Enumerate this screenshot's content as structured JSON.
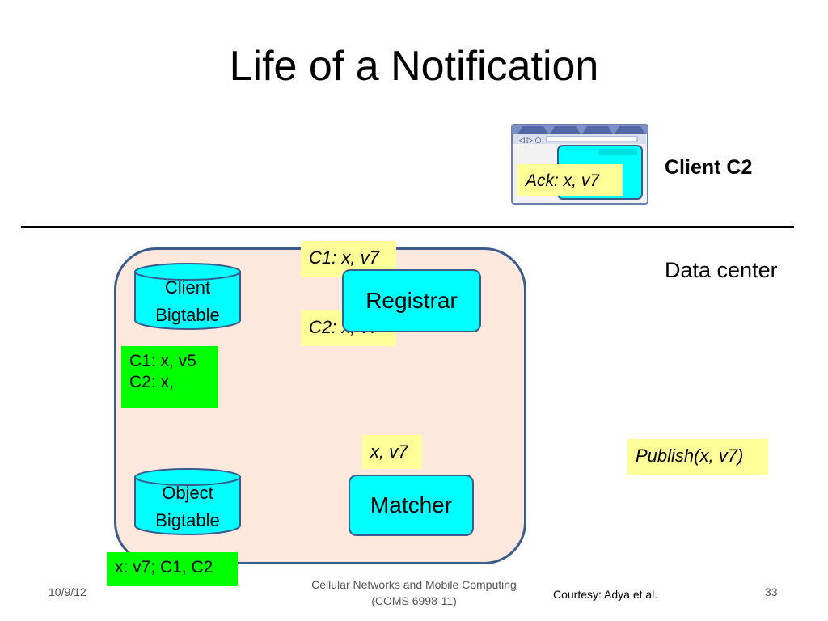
{
  "title": "Life of a Notification",
  "client": {
    "label": "Client C2",
    "ack_label": "Ack: x, v7"
  },
  "data_center": {
    "label": "Data center",
    "client_bigtable": {
      "line1": "Client",
      "line2": "Bigtable"
    },
    "object_bigtable": {
      "line1": "Object",
      "line2": "Bigtable"
    },
    "registrar_label": "Registrar",
    "matcher_label": "Matcher",
    "msg_c1": "C1: x, v7",
    "msg_c2": "C2: x, v7",
    "client_state": {
      "line1": "C1: x, v5",
      "line2": "C2: x,"
    },
    "matcher_msg": "x, v7",
    "object_state": "x: v7; C1, C2"
  },
  "publish_label": "Publish(x, v7)",
  "footer": {
    "date": "10/9/12",
    "course_line1": "Cellular Networks and Mobile Computing",
    "course_line2": "(COMS 6998-11)",
    "courtesy": "Courtesy: Adya et al.",
    "page": "33"
  },
  "colors": {
    "cyan": "#00ffff",
    "yellow_note": "#ffff99",
    "green_note": "#00ff00",
    "border_blue": "#3b5b8c",
    "dc_fill": "#fce8dc"
  }
}
